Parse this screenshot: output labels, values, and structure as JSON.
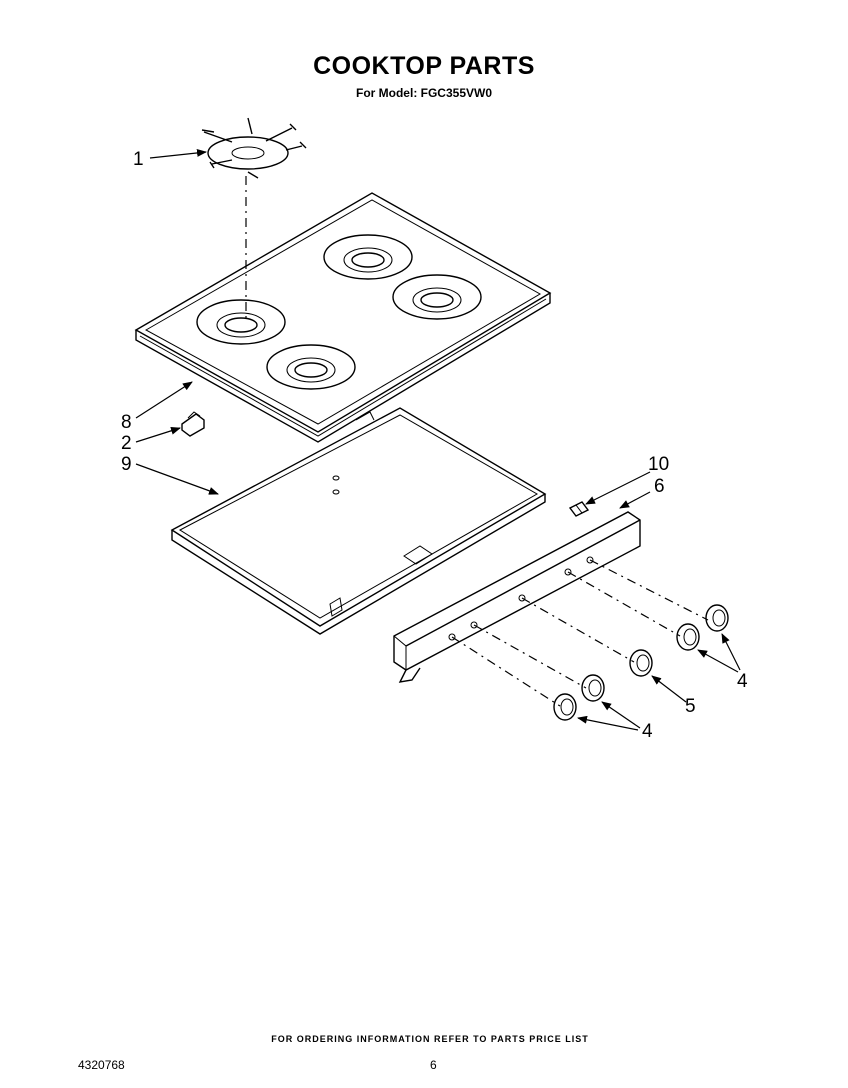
{
  "header": {
    "title": "COOKTOP PARTS",
    "subtitle": "For Model: FGC355VW0"
  },
  "footer": {
    "ordering_note": "FOR ORDERING INFORMATION REFER TO PARTS PRICE LIST",
    "document_number": "4320768",
    "page_number": "6"
  },
  "callouts": {
    "c1": "1",
    "c8": "8",
    "c2": "2",
    "c9": "9",
    "c10": "10",
    "c6": "6",
    "c4_right": "4",
    "c5": "5",
    "c4_bottom": "4"
  }
}
